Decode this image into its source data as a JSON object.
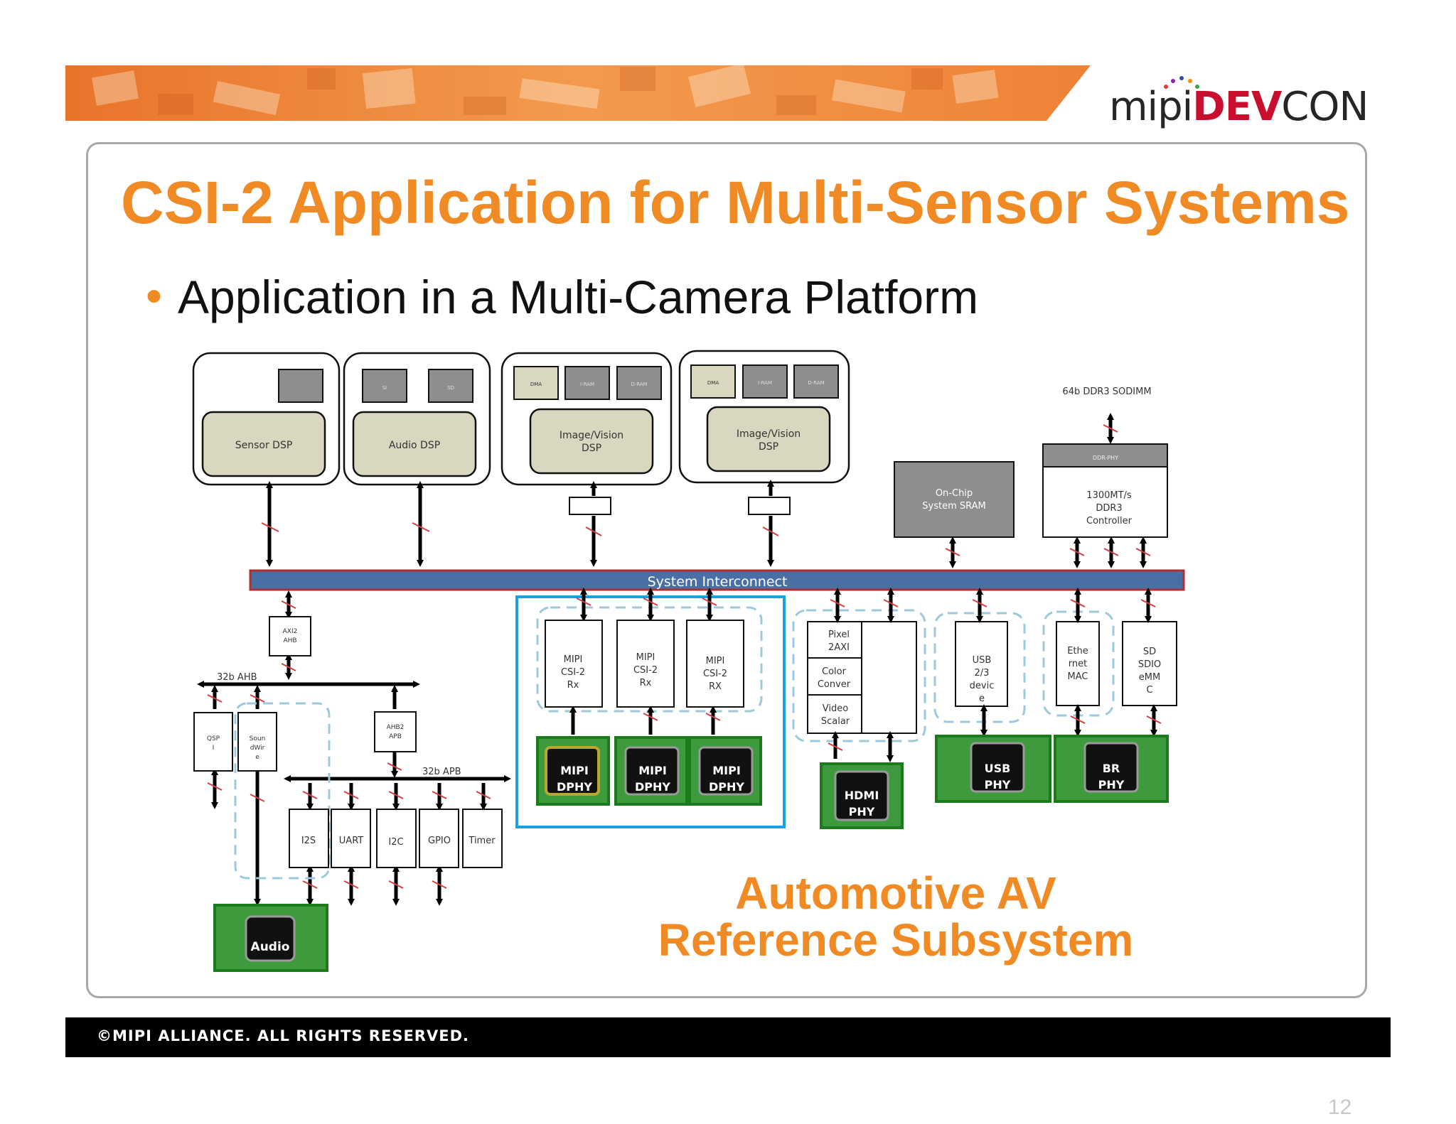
{
  "slide": {
    "title": "CSI-2 Application for Multi-Sensor Systems",
    "bullet": "Application in a Multi-Camera Platform",
    "logo": {
      "part1": "mipi",
      "part2": "DEV",
      "part3": "CON"
    },
    "footer": "©MIPI ALLIANCE. ALL RIGHTS RESERVED.",
    "page_number": "12"
  },
  "diagram": {
    "caption_line1": "Automotive AV",
    "caption_line2": "Reference Subsystem",
    "interconnect": "System Interconnect",
    "dsps": {
      "sensor_dsp": "Sensor DSP",
      "audio_dsp": "Audio DSP",
      "image_dsp_1": "Image/Vision DSP",
      "image_dsp_2": "Image/Vision DSP",
      "audio_si": "SI",
      "audio_sd": "SD",
      "dma": "DMA",
      "iram": "I-RAM",
      "dram": "D-RAM"
    },
    "memory": {
      "sodimm": "64b DDR3 SODIMM",
      "ddr_phy": "DDR-PHY",
      "controller_l1": "1300MT/s",
      "controller_l2": "DDR3",
      "controller_l3": "Controller",
      "sram_l1": "On-Chip",
      "sram_l2": "System SRAM"
    },
    "bridges": {
      "axi2ahb_l1": "AXI2",
      "axi2ahb_l2": "AHB",
      "ahb_bus": "32b AHB",
      "ahb2apb_l1": "AHB2",
      "ahb2apb_l2": "APB",
      "apb_bus": "32b APB"
    },
    "peripherals": {
      "qspi_l1": "QSP",
      "qspi_l2": "I",
      "soundwire_l1": "Soun",
      "soundwire_l2": "dWir",
      "soundwire_l3": "e",
      "i2s": "I2S",
      "uart": "UART",
      "i2c": "I2C",
      "gpio": "GPIO",
      "timer": "Timer"
    },
    "csi": {
      "rx1": [
        "MIPI",
        "CSI-2",
        "Rx"
      ],
      "rx2": [
        "MIPI",
        "CSI-2",
        "Rx"
      ],
      "rx3": [
        "MIPI",
        "CSI-2",
        "RX"
      ]
    },
    "video": {
      "pixel": [
        "Pixel",
        "2AXI"
      ],
      "color": [
        "Color",
        "Conver"
      ],
      "scalar": [
        "Video",
        "Scalar"
      ]
    },
    "io": {
      "usb": [
        "USB",
        "2/3",
        "devic",
        "e"
      ],
      "ethernet": [
        "Ethe",
        "rnet",
        "MAC"
      ],
      "sdio": [
        "SD",
        "SDIO",
        "eMM",
        "C"
      ]
    },
    "phys": {
      "dphy1": [
        "MIPI",
        "DPHY"
      ],
      "dphy2": [
        "MIPI",
        "DPHY"
      ],
      "dphy3": [
        "MIPI",
        "DPHY"
      ],
      "hdmi": [
        "HDMI",
        "PHY"
      ],
      "usb": [
        "USB",
        "PHY"
      ],
      "br": [
        "BR",
        "PHY"
      ],
      "audio": [
        "Audio"
      ]
    },
    "colors": {
      "accent": "#f08a24",
      "interconnect": "#4a6fa5",
      "interconnect_border": "#b03030",
      "dsp_core": "#d9d7c0",
      "grey_block": "#8e8e8e",
      "phy_green": "#3d9a3d",
      "csi_frame": "#1aa0e0",
      "dash": "#9cc9dc"
    }
  }
}
